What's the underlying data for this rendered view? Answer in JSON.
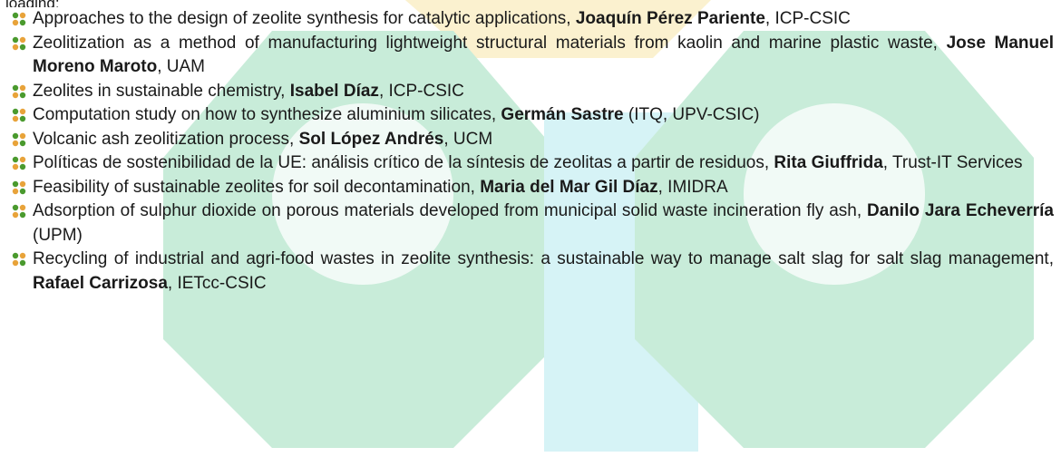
{
  "heading": "loading:",
  "colors": {
    "bullet_green": "#4a9a2e",
    "bullet_orange": "#e8a33a",
    "watermark_green": "#c8ecd9",
    "watermark_cyan": "#d6f3f6",
    "watermark_yellow": "#fbf1cf"
  },
  "bullet_icon": "four-dot-bullet-icon",
  "talks": [
    {
      "title": "Approaches to the design of zeolite synthesis for catalytic applications, ",
      "speaker": "Joaquín Pérez Pariente",
      "affiliation": ", ICP-CSIC"
    },
    {
      "title": "Zeolitization as a method of manufacturing lightweight structural materials from kaolin and marine plastic waste, ",
      "speaker": "Jose Manuel Moreno Maroto",
      "affiliation": ", UAM"
    },
    {
      "title": "Zeolites in sustainable chemistry, ",
      "speaker": "Isabel Díaz",
      "affiliation": ", ICP-CSIC"
    },
    {
      "title": "Computation study on how to synthesize aluminium silicates, ",
      "speaker": "Germán Sastre",
      "affiliation": " (ITQ, UPV-CSIC)"
    },
    {
      "title": "Volcanic ash zeolitization process, ",
      "speaker": "Sol López Andrés",
      "affiliation": ", UCM"
    },
    {
      "title": "Políticas de sostenibilidad de la UE: análisis crítico de la síntesis de zeolitas a partir de residuos, ",
      "speaker": "Rita Giuffrida",
      "affiliation": ", Trust-IT Services"
    },
    {
      "title": "Feasibility of sustainable zeolites for soil decontamination, ",
      "speaker": "Maria del Mar Gil Díaz",
      "affiliation": ", IMIDRA"
    },
    {
      "title": "Adsorption of sulphur dioxide on porous materials developed from municipal solid waste incineration fly ash, ",
      "speaker": "Danilo Jara Echeverría",
      "affiliation": " (UPM)"
    },
    {
      "title": "Recycling of industrial and agri-food wastes in zeolite synthesis: a sustainable way to manage salt slag for salt slag management, ",
      "speaker": "Rafael Carrizosa",
      "affiliation": ", IETcc-CSIC"
    }
  ]
}
